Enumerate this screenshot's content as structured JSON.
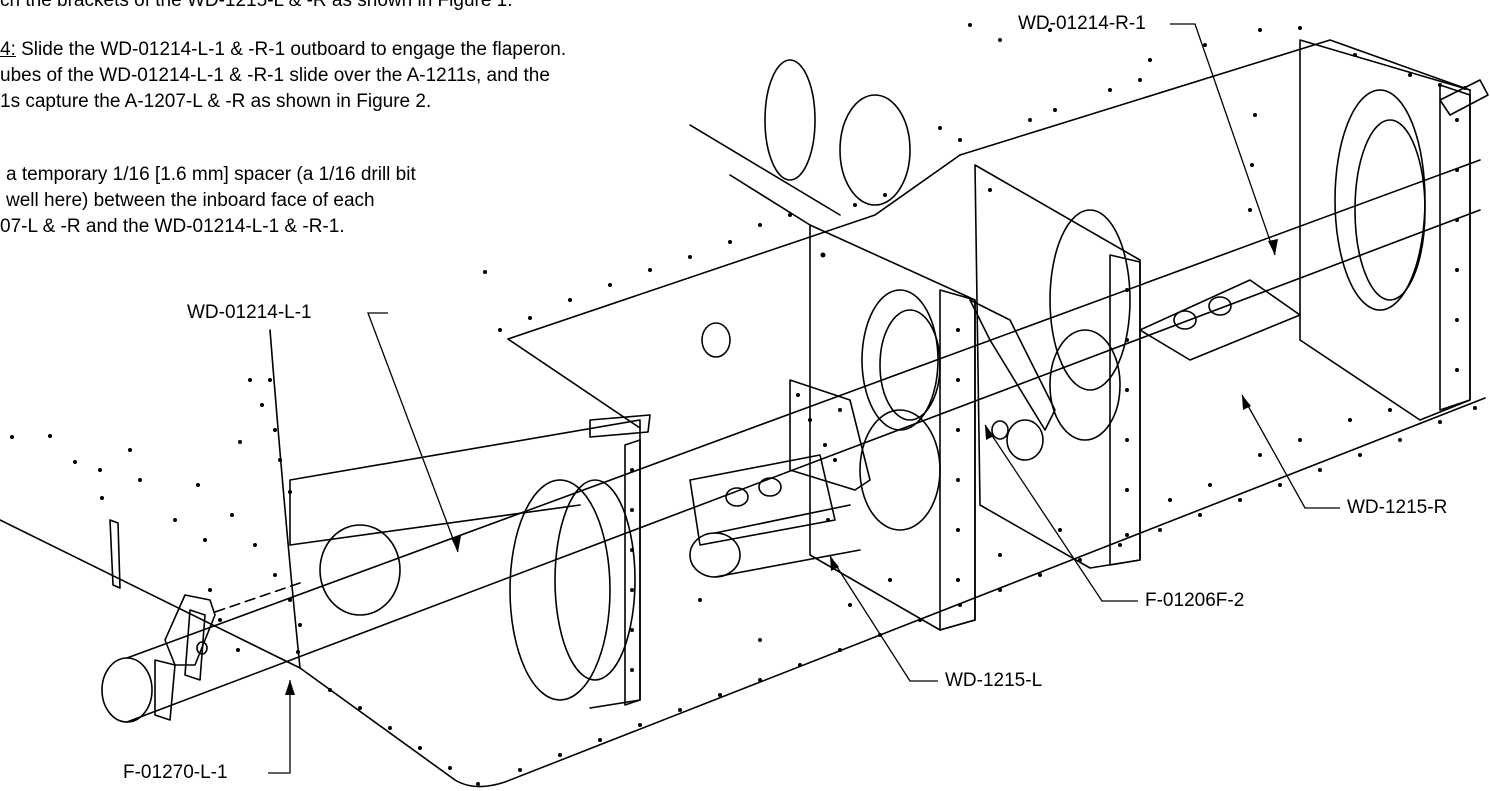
{
  "instructions": {
    "line0": "ch the brackets of the WD-1215-L & -R as shown in Figure 1.",
    "step_number": "4:",
    "step_line1": " Slide the WD-01214-L-1 & -R-1 outboard to engage the flaperon.",
    "step_line2": "ubes of the WD-01214-L-1 & -R-1 slide over the A-1211s, and the",
    "step_line3": "1s capture the A-1207-L & -R as shown in Figure 2.",
    "note_line1": "a temporary 1/16 [1.6 mm] spacer (a 1/16 drill bit",
    "note_line2": "well here) between the inboard face of each",
    "note_line3": "07-L & -R and the WD-01214-L-1 & -R-1."
  },
  "callouts": {
    "wd_01214_r_1": "WD-01214-R-1",
    "wd_01214_l_1": "WD-01214-L-1",
    "wd_1215_r": "WD-1215-R",
    "wd_1215_l": "WD-1215-L",
    "f_01206f_2": "F-01206F-2",
    "f_01270_l_1": "F-01270-L-1"
  },
  "colors": {
    "line": "#000000",
    "background": "#ffffff"
  }
}
